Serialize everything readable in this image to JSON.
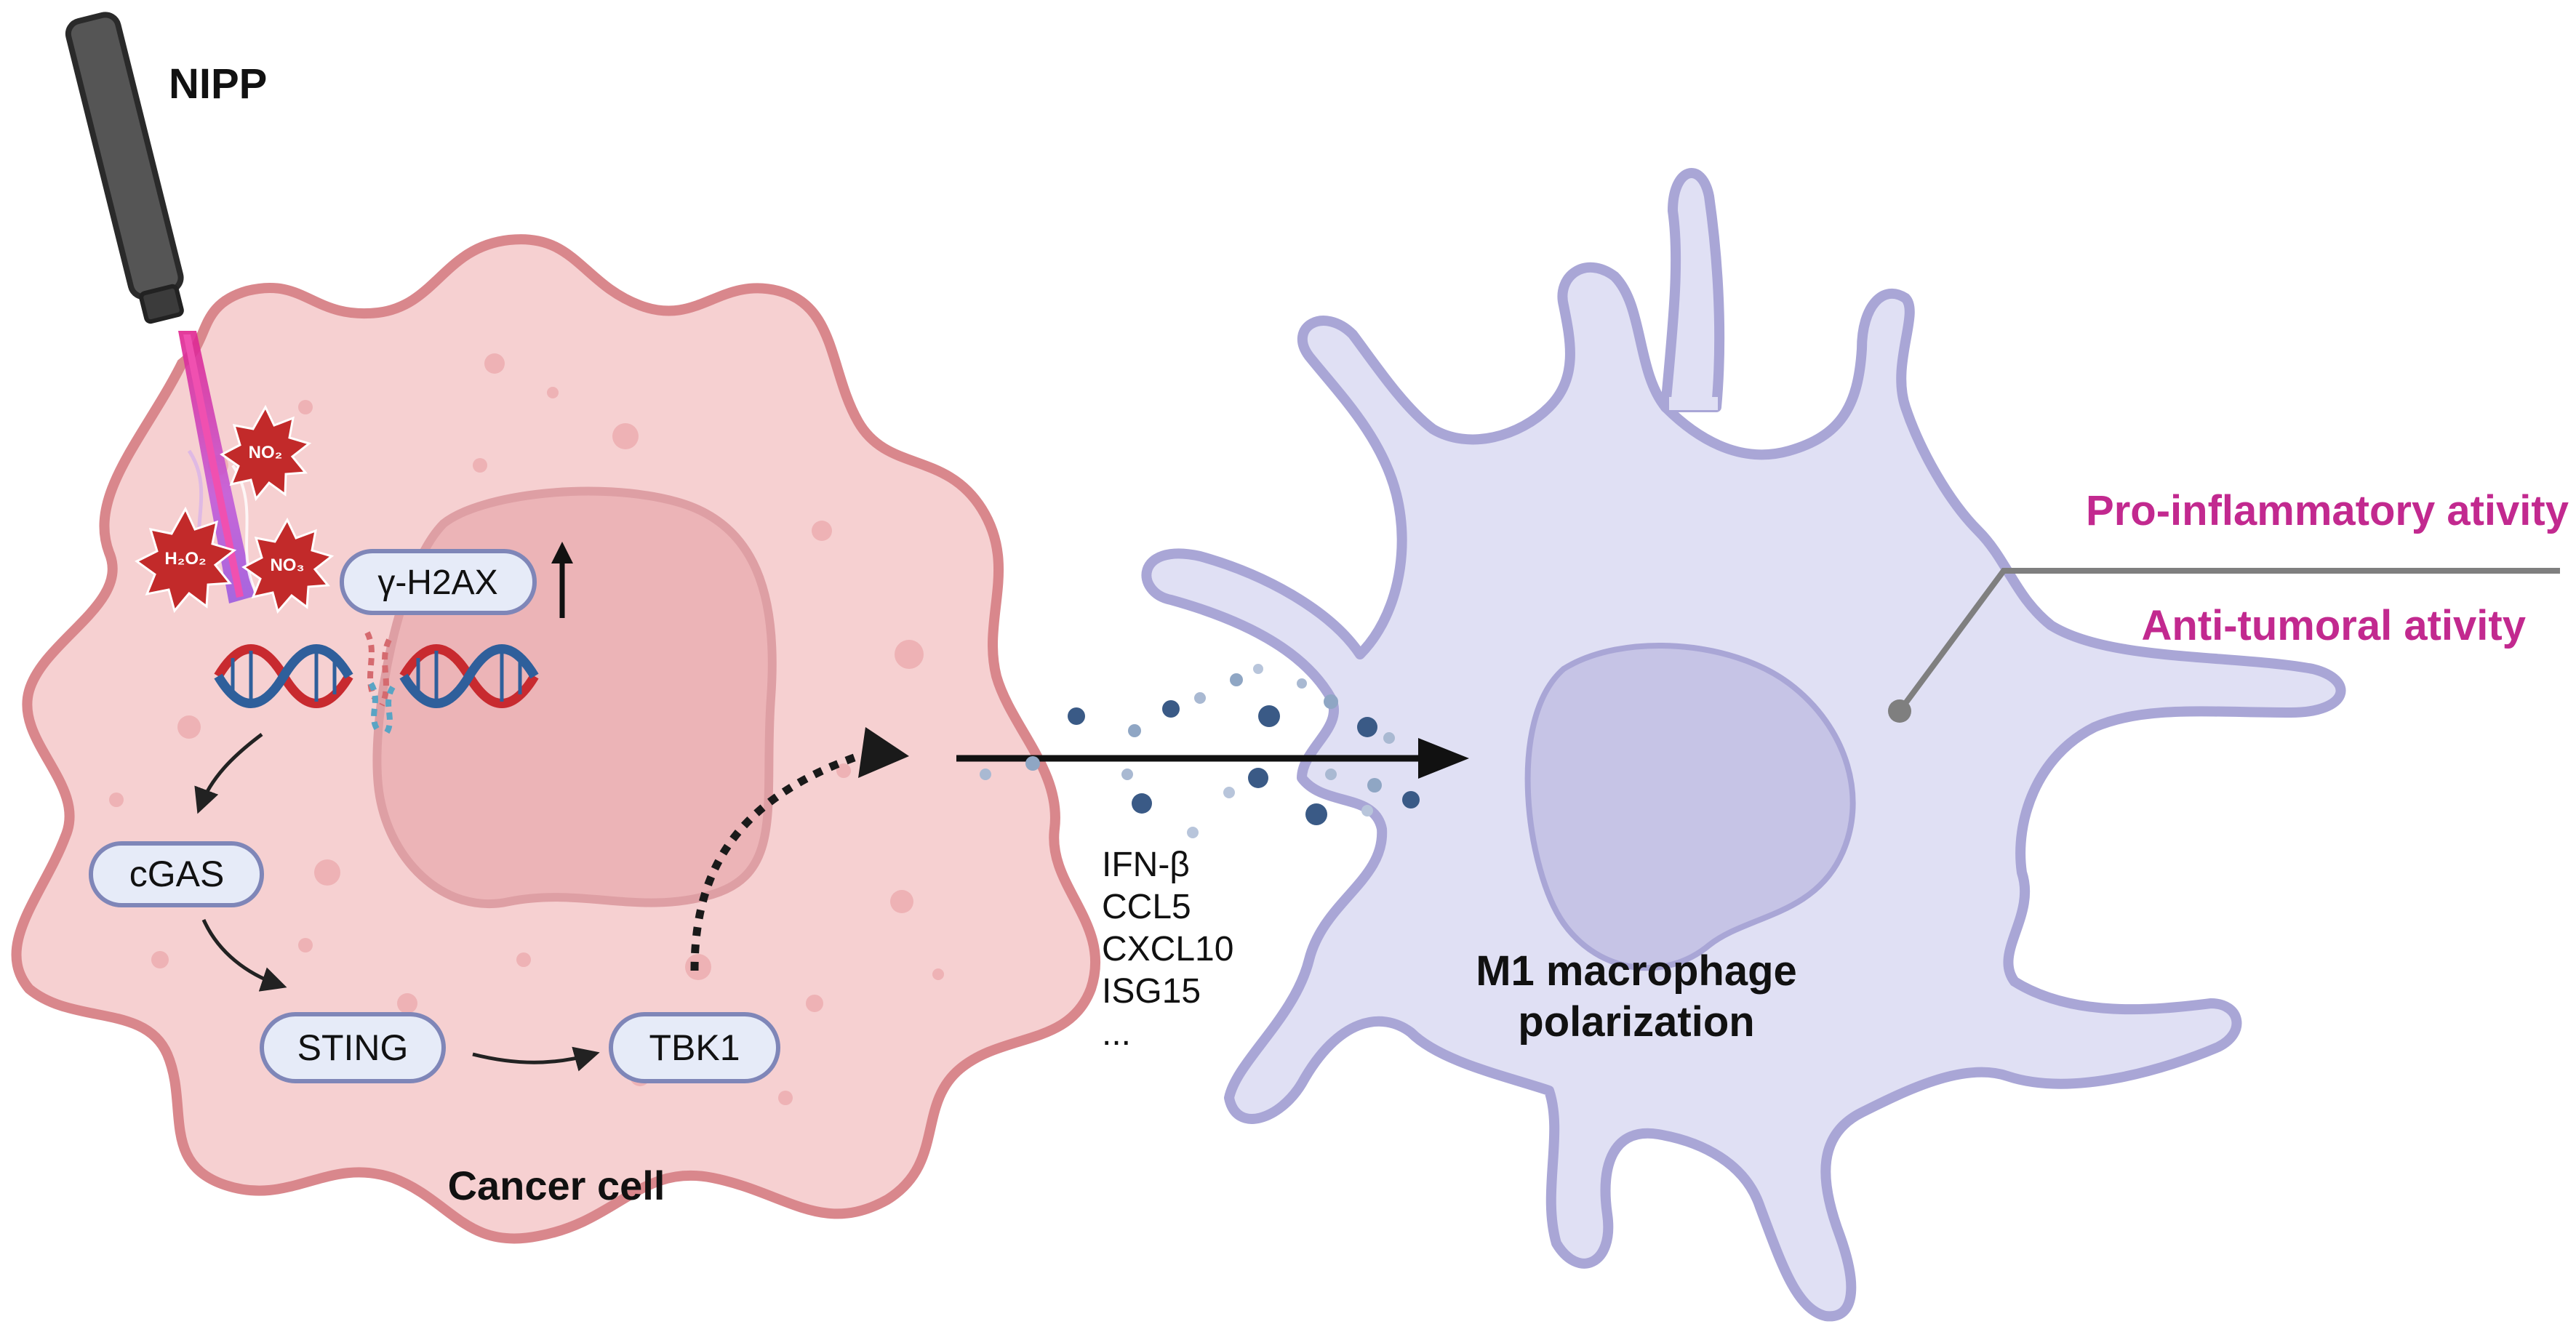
{
  "device": {
    "label": "NIPP"
  },
  "ros": [
    {
      "label": "NO₂",
      "icon": "burst-icon"
    },
    {
      "label": "H₂O₂",
      "icon": "burst-icon"
    },
    {
      "label": "NO₃",
      "icon": "burst-icon"
    }
  ],
  "marker": {
    "label": "γ-H2AX",
    "trend_icon": "up-arrow-icon"
  },
  "pathway": {
    "cgas": "cGAS",
    "sting": "STING",
    "tbk1": "TBK1"
  },
  "cancer_cell": {
    "label": "Cancer cell"
  },
  "cytokines": {
    "line1": "IFN-β",
    "line2": "CCL5",
    "line3": "CXCL10",
    "line4": "ISG15",
    "line5": "..."
  },
  "macrophage": {
    "line1": "M1 macrophage",
    "line2": "polarization"
  },
  "outcomes": {
    "pro_inflammatory": "Pro-inflammatory ativity",
    "anti_tumoral": "Anti-tumoral ativity"
  },
  "colors": {
    "cell_fill": "#f6d0d1",
    "cell_stroke": "#d9878c",
    "macrophage_fill": "#e0e0f4",
    "macrophage_stroke": "#a9a6d6",
    "accent_text": "#c2298f",
    "pill_fill": "#e6ebf8",
    "pill_stroke": "#7f86b8"
  }
}
